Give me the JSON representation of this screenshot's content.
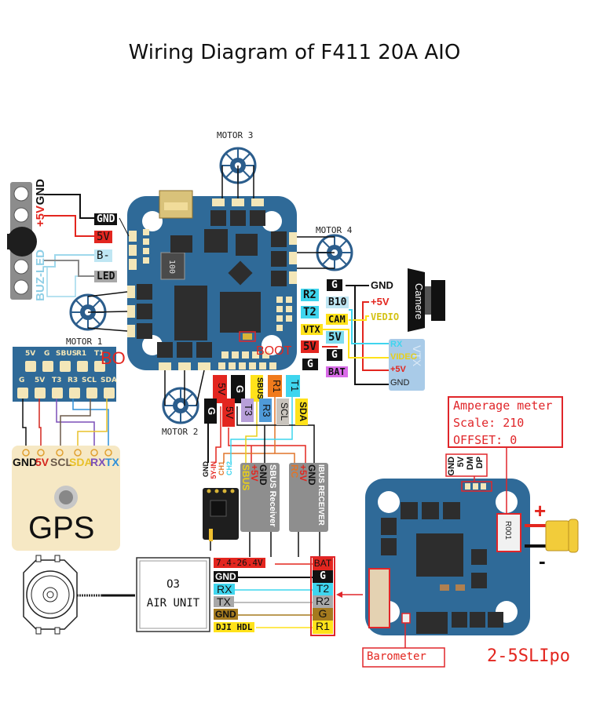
{
  "title": "Wiring Diagram of F411 20A AIO",
  "motors": {
    "motor1": "MOTOR 1",
    "motor2": "MOTOR 2",
    "motor3": "MOTOR 3",
    "motor4": "MOTOR 4"
  },
  "buzzer": {
    "pins": [
      "GND",
      "+5V",
      "BUZ-LED"
    ],
    "pads": [
      {
        "label": "GND",
        "bg": "#111111",
        "fg": "#ffffff"
      },
      {
        "label": "5V",
        "bg": "#e3261f",
        "fg": "#111111"
      },
      {
        "label": "B-",
        "bg": "#bfe6f3",
        "fg": "#111111"
      },
      {
        "label": "LED",
        "bg": "#a8a8a8",
        "fg": "#111111"
      }
    ]
  },
  "fc_right_pads": {
    "col1": [
      {
        "label": "R2",
        "bg": "#3fd5ee",
        "fg": "#111111"
      },
      {
        "label": "T2",
        "bg": "#3fd5ee",
        "fg": "#111111"
      },
      {
        "label": "VTX",
        "bg": "#ffe21a",
        "fg": "#111111"
      },
      {
        "label": "5V",
        "bg": "#e3261f",
        "fg": "#111111"
      },
      {
        "label": "G",
        "bg": "#111111",
        "fg": "#ffffff"
      }
    ],
    "col2": [
      {
        "label": "G",
        "bg": "#111111",
        "fg": "#ffffff"
      },
      {
        "label": "B10",
        "bg": "#bfe6f3",
        "fg": "#111111"
      },
      {
        "label": "CAM",
        "bg": "#ffe21a",
        "fg": "#111111"
      },
      {
        "label": "5V",
        "bg": "#7fdcef",
        "fg": "#111111"
      },
      {
        "label": "G",
        "bg": "#111111",
        "fg": "#ffffff"
      },
      {
        "label": "BAT",
        "bg": "#d96ce8",
        "fg": "#111111"
      }
    ]
  },
  "camera": {
    "label": "Camere",
    "pins": [
      {
        "label": "GND",
        "color": "#111111"
      },
      {
        "label": "+5V",
        "color": "#e3261f"
      },
      {
        "label": "VEDIO",
        "color": "#d4c214"
      }
    ]
  },
  "vtx": {
    "label": "VTX",
    "pins": [
      {
        "label": "RX",
        "color": "#3fd5ee"
      },
      {
        "label": "VIDEO",
        "color": "#ffe21a"
      },
      {
        "label": "+5V",
        "color": "#e3261f"
      },
      {
        "label": "GND",
        "color": "#ffffff"
      }
    ]
  },
  "gps_pads": {
    "row1": [
      "5V",
      "G",
      "SBUS",
      "R1",
      "T1"
    ],
    "row2": [
      "G",
      "5V",
      "T3",
      "R3",
      "SCL",
      "SDA"
    ],
    "boot_fragment": "BO"
  },
  "gps": {
    "label": "GPS",
    "pins": [
      {
        "label": "GND",
        "color": "#111111"
      },
      {
        "label": "5V",
        "color": "#d4261f"
      },
      {
        "label": "SCL",
        "color": "#6b5a4a"
      },
      {
        "label": "SDA",
        "color": "#e8c12a"
      },
      {
        "label": "RX",
        "color": "#7b4fb8"
      },
      {
        "label": "TX",
        "color": "#2e8fd8"
      }
    ]
  },
  "fc_bottom_pads": {
    "top_row": [
      {
        "label": "5V",
        "bg": "#e3261f",
        "fg": "#111111"
      },
      {
        "label": "G",
        "bg": "#111111",
        "fg": "#ffffff"
      },
      {
        "label": "SBUS",
        "bg": "#ffe21a",
        "fg": "#111111"
      },
      {
        "label": "R1",
        "bg": "#f07a1c",
        "fg": "#111111"
      },
      {
        "label": "T1",
        "bg": "#3fd5ee",
        "fg": "#111111"
      }
    ],
    "bottom_row": [
      {
        "label": "G",
        "bg": "#111111",
        "fg": "#ffffff"
      },
      {
        "label": "5V",
        "bg": "#e3261f",
        "fg": "#111111"
      },
      {
        "label": "T3",
        "bg": "#b79fd9",
        "fg": "#111111"
      },
      {
        "label": "R3",
        "bg": "#4f9ad8",
        "fg": "#111111"
      },
      {
        "label": "SCL",
        "bg": "#c9c4bd",
        "fg": "#111111"
      },
      {
        "label": "SDA",
        "bg": "#ffe21a",
        "fg": "#111111"
      }
    ],
    "boot_label": "BOOT"
  },
  "elrs_receiver": {
    "pins": [
      {
        "label": "GND",
        "color": "#111111"
      },
      {
        "label": "5Y-IN",
        "color": "#e3261f"
      },
      {
        "label": "CH1",
        "color": "#e0752a"
      },
      {
        "label": "CH2",
        "color": "#3fd5ee"
      }
    ]
  },
  "sbus_receiver": {
    "label": "SBUS Receiver",
    "pins": [
      {
        "label": "SBUS",
        "color": "#e8cf1a"
      },
      {
        "label": "+5V",
        "color": "#e3261f"
      },
      {
        "label": "GND",
        "color": "#111111"
      }
    ]
  },
  "ibus_receiver": {
    "label": "IBUS RECEIVER",
    "pins": [
      {
        "label": "RC",
        "color": "#e0752a"
      },
      {
        "label": "+5V",
        "color": "#e3261f"
      },
      {
        "label": "GND",
        "color": "#111111"
      }
    ]
  },
  "air_unit": {
    "line1": "O3",
    "line2": "AIR UNIT",
    "left_pins": [
      {
        "label": "7.4-26.4V",
        "bg": "#e3261f",
        "fg": "#111111"
      },
      {
        "label": "GND",
        "bg": "#111111",
        "fg": "#ffffff"
      },
      {
        "label": "RX",
        "bg": "#3fd5ee",
        "fg": "#111111"
      },
      {
        "label": "TX",
        "bg": "#a8a8a8",
        "fg": "#111111"
      },
      {
        "label": "GND",
        "bg": "#a57a1e",
        "fg": "#111111"
      },
      {
        "label": "DJI HDL",
        "bg": "#ffe21a",
        "fg": "#111111"
      }
    ],
    "right_pins": [
      {
        "label": "BAT",
        "bg": "#e3261f",
        "fg": "#111111"
      },
      {
        "label": "G",
        "bg": "#111111",
        "fg": "#ffffff"
      },
      {
        "label": "T2",
        "bg": "#3fd5ee",
        "fg": "#111111"
      },
      {
        "label": "R2",
        "bg": "#a8a8a8",
        "fg": "#111111"
      },
      {
        "label": "G",
        "bg": "#a57a1e",
        "fg": "#111111"
      },
      {
        "label": "R1",
        "bg": "#ffe21a",
        "fg": "#111111"
      }
    ]
  },
  "amperage": {
    "line1": "Amperage meter",
    "line2": "Scale: 210",
    "line3": "OFFSET: 0"
  },
  "usb_pins": [
    "GND",
    "5V",
    "DM",
    "DP"
  ],
  "back_board": {
    "shunt_label": "R001",
    "plus": "+",
    "minus": "-"
  },
  "barometer_label": "Barometer",
  "battery_label": "2-5SLIpo",
  "colors": {
    "board_blue": "#2f6a98",
    "motor_blue": "#2b5d8c",
    "red_accent": "#e0262a",
    "pad_gold": "#f3e6b8"
  }
}
